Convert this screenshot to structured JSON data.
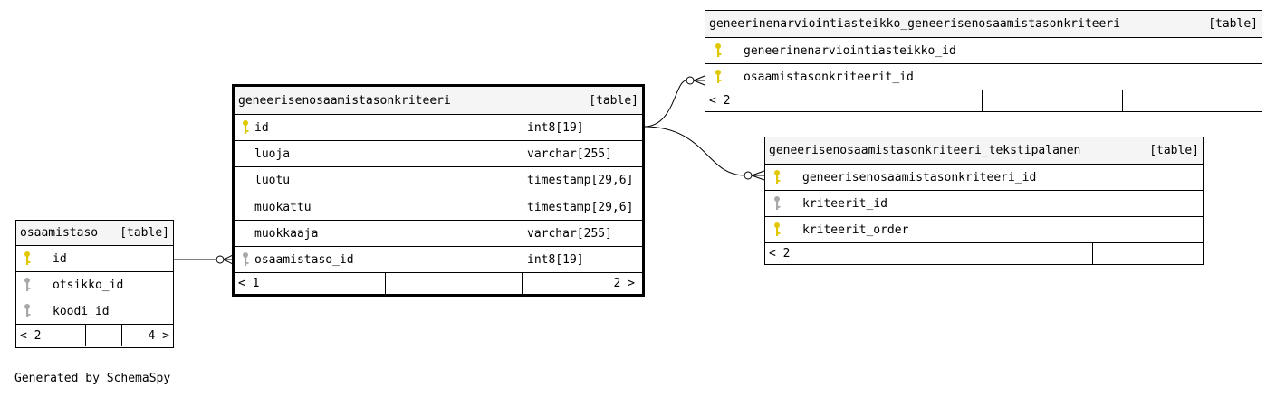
{
  "tables": {
    "osaamistaso": {
      "name": "osaamistaso",
      "kind": "[table]",
      "columns": [
        {
          "name": "id",
          "key": "primary"
        },
        {
          "name": "otsikko_id",
          "key": "foreign"
        },
        {
          "name": "koodi_id",
          "key": "foreign"
        }
      ],
      "footer": {
        "left": "< 2",
        "right": "4 >"
      }
    },
    "main": {
      "name": "geneerisenosaamistasonkriteeri",
      "kind": "[table]",
      "columns": [
        {
          "name": "id",
          "type": "int8[19]",
          "key": "primary"
        },
        {
          "name": "luoja",
          "type": "varchar[255]",
          "key": "none"
        },
        {
          "name": "luotu",
          "type": "timestamp[29,6]",
          "key": "none"
        },
        {
          "name": "muokattu",
          "type": "timestamp[29,6]",
          "key": "none"
        },
        {
          "name": "muokkaaja",
          "type": "varchar[255]",
          "key": "none"
        },
        {
          "name": "osaamistaso_id",
          "type": "int8[19]",
          "key": "foreign"
        }
      ],
      "footer": {
        "left": "< 1",
        "right": "2 >"
      }
    },
    "asteikko": {
      "name": "geneerinenarviointiasteikko_geneerisenosaamistasonkriteeri",
      "kind": "[table]",
      "columns": [
        {
          "name": "geneerinenarviointiasteikko_id",
          "key": "primary"
        },
        {
          "name": "osaamistasonkriteerit_id",
          "key": "primary"
        }
      ],
      "footer": {
        "left": "< 2",
        "right": ""
      }
    },
    "teksti": {
      "name": "geneerisenosaamistasonkriteeri_tekstipalanen",
      "kind": "[table]",
      "columns": [
        {
          "name": "geneerisenosaamistasonkriteeri_id",
          "key": "primary"
        },
        {
          "name": "kriteerit_id",
          "key": "foreign"
        },
        {
          "name": "kriteerit_order",
          "key": "primary"
        }
      ],
      "footer": {
        "left": "< 2",
        "right": ""
      }
    }
  },
  "colors": {
    "primary_key": "#e0c800",
    "foreign_key": "#a8a8a8",
    "header_bg": "#f5f5f5"
  },
  "footer_text": "Generated by SchemaSpy"
}
